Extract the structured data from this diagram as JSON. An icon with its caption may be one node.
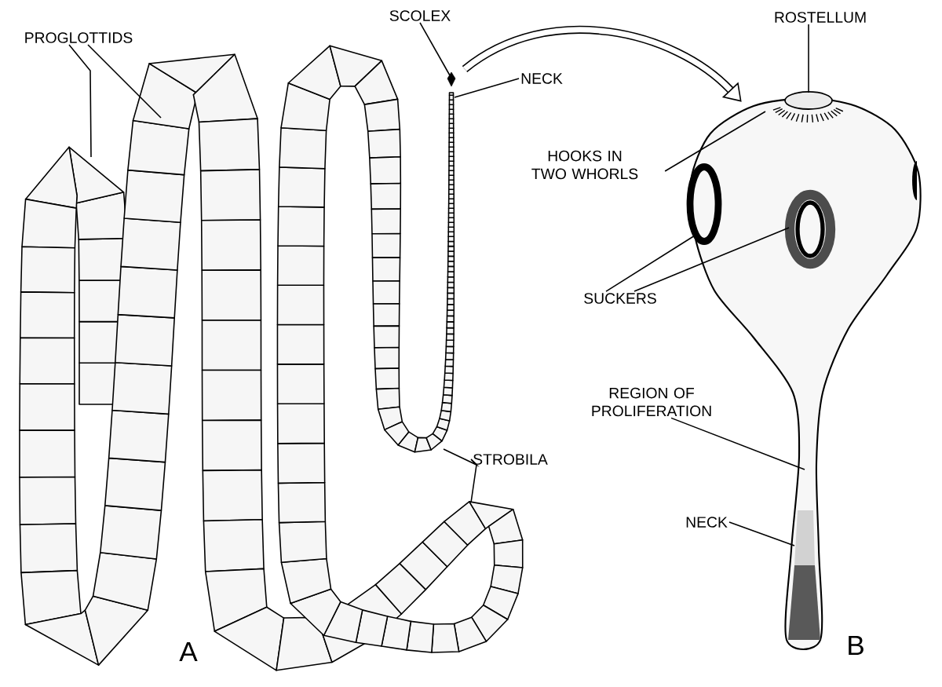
{
  "diagram": {
    "nodes": [
      {
        "text": [
          "PROGLOTTIDS"
        ]
      },
      {
        "text": [
          "SCOLEX"
        ]
      },
      {
        "text": [
          "NECK"
        ]
      },
      {
        "text": [
          "ROSTELLUM"
        ]
      },
      {
        "text": [
          "HOOKS IN TWO WHORLS"
        ]
      },
      {
        "text": [
          "SUCKERS"
        ]
      },
      {
        "text": [
          "STROBILA"
        ]
      },
      {
        "text": [
          "REGION OF PROLIFERATION"
        ]
      },
      {
        "text": [
          "NECK"
        ]
      },
      {
        "text": [],
        "shape": "picture"
      },
      {
        "text": [],
        "shape": "picture"
      }
    ],
    "edges": [
      {
        "from": 0,
        "to": 9,
        "arrow": "none"
      },
      {
        "from": 0,
        "to": 9,
        "arrow": "none"
      },
      {
        "from": 1,
        "to": 9,
        "arrow": "none"
      },
      {
        "from": 2,
        "to": 9,
        "arrow": "none"
      },
      {
        "from": 9,
        "to": 10,
        "arrow": "to",
        "style": "thick"
      },
      {
        "from": 3,
        "to": 10,
        "arrow": "none"
      },
      {
        "from": 4,
        "to": 10,
        "arrow": "none"
      },
      {
        "from": 5,
        "to": 10,
        "arrow": "none"
      },
      {
        "from": 5,
        "to": 10,
        "arrow": "none"
      },
      {
        "from": 6,
        "to": 9,
        "arrow": "none"
      },
      {
        "from": 6,
        "to": 9,
        "arrow": "none"
      },
      {
        "from": 7,
        "to": 10,
        "arrow": "none"
      },
      {
        "from": 8,
        "to": 10,
        "arrow": "none"
      }
    ],
    "labels": [
      "A",
      "B"
    ]
  }
}
